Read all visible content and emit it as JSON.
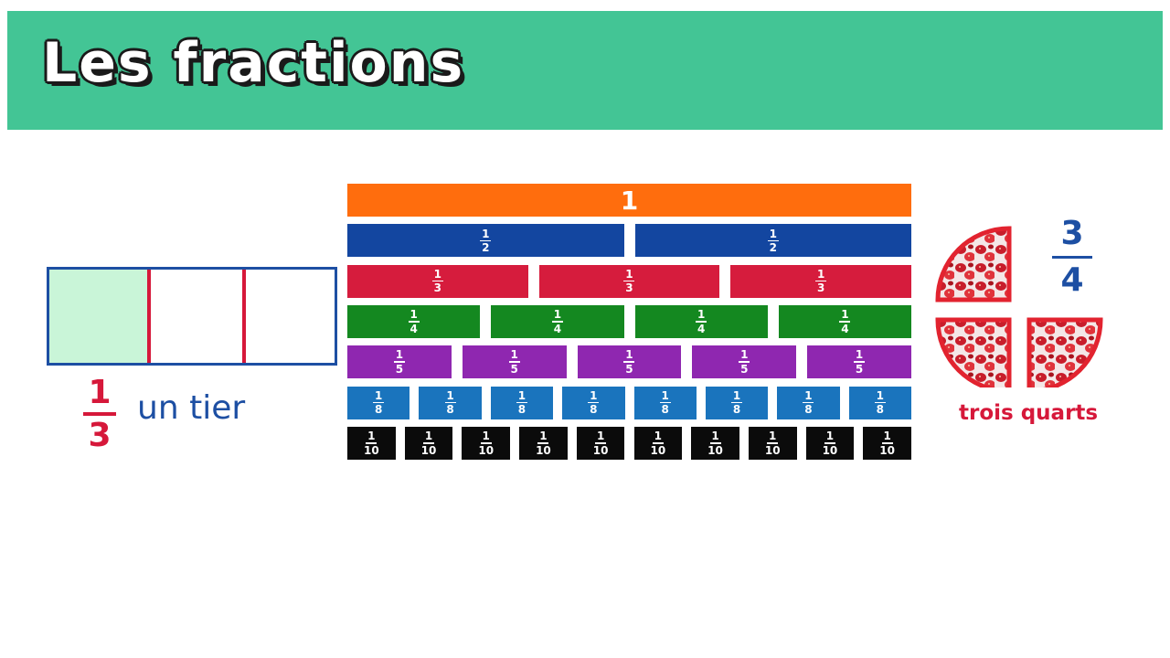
{
  "header": {
    "title": "Les fractions",
    "color": "#43c595"
  },
  "left_example": {
    "fraction": {
      "numerator": "1",
      "denominator": "3"
    },
    "caption": "un tier",
    "parts": 3,
    "shaded_parts": 1,
    "colors": {
      "border": "#1d4fa3",
      "divider": "#d6183a",
      "shaded": "#c9f5d8"
    }
  },
  "fraction_wall": {
    "whole_label": "1",
    "rows": [
      {
        "denominator": 1,
        "color": "#ff6d0d"
      },
      {
        "denominator": 2,
        "color": "#1346a0"
      },
      {
        "denominator": 3,
        "color": "#d61c3d"
      },
      {
        "denominator": 4,
        "color": "#148820"
      },
      {
        "denominator": 5,
        "color": "#8f27b0"
      },
      {
        "denominator": 8,
        "color": "#1a74bd"
      },
      {
        "denominator": 10,
        "color": "#0b0b0b"
      }
    ]
  },
  "right_example": {
    "fraction": {
      "numerator": "3",
      "denominator": "4"
    },
    "caption": "trois quarts",
    "quarters_shown": 3,
    "colors": {
      "text": "#1d4fa3",
      "caption": "#d6183a",
      "rim": "#e2232f"
    }
  }
}
